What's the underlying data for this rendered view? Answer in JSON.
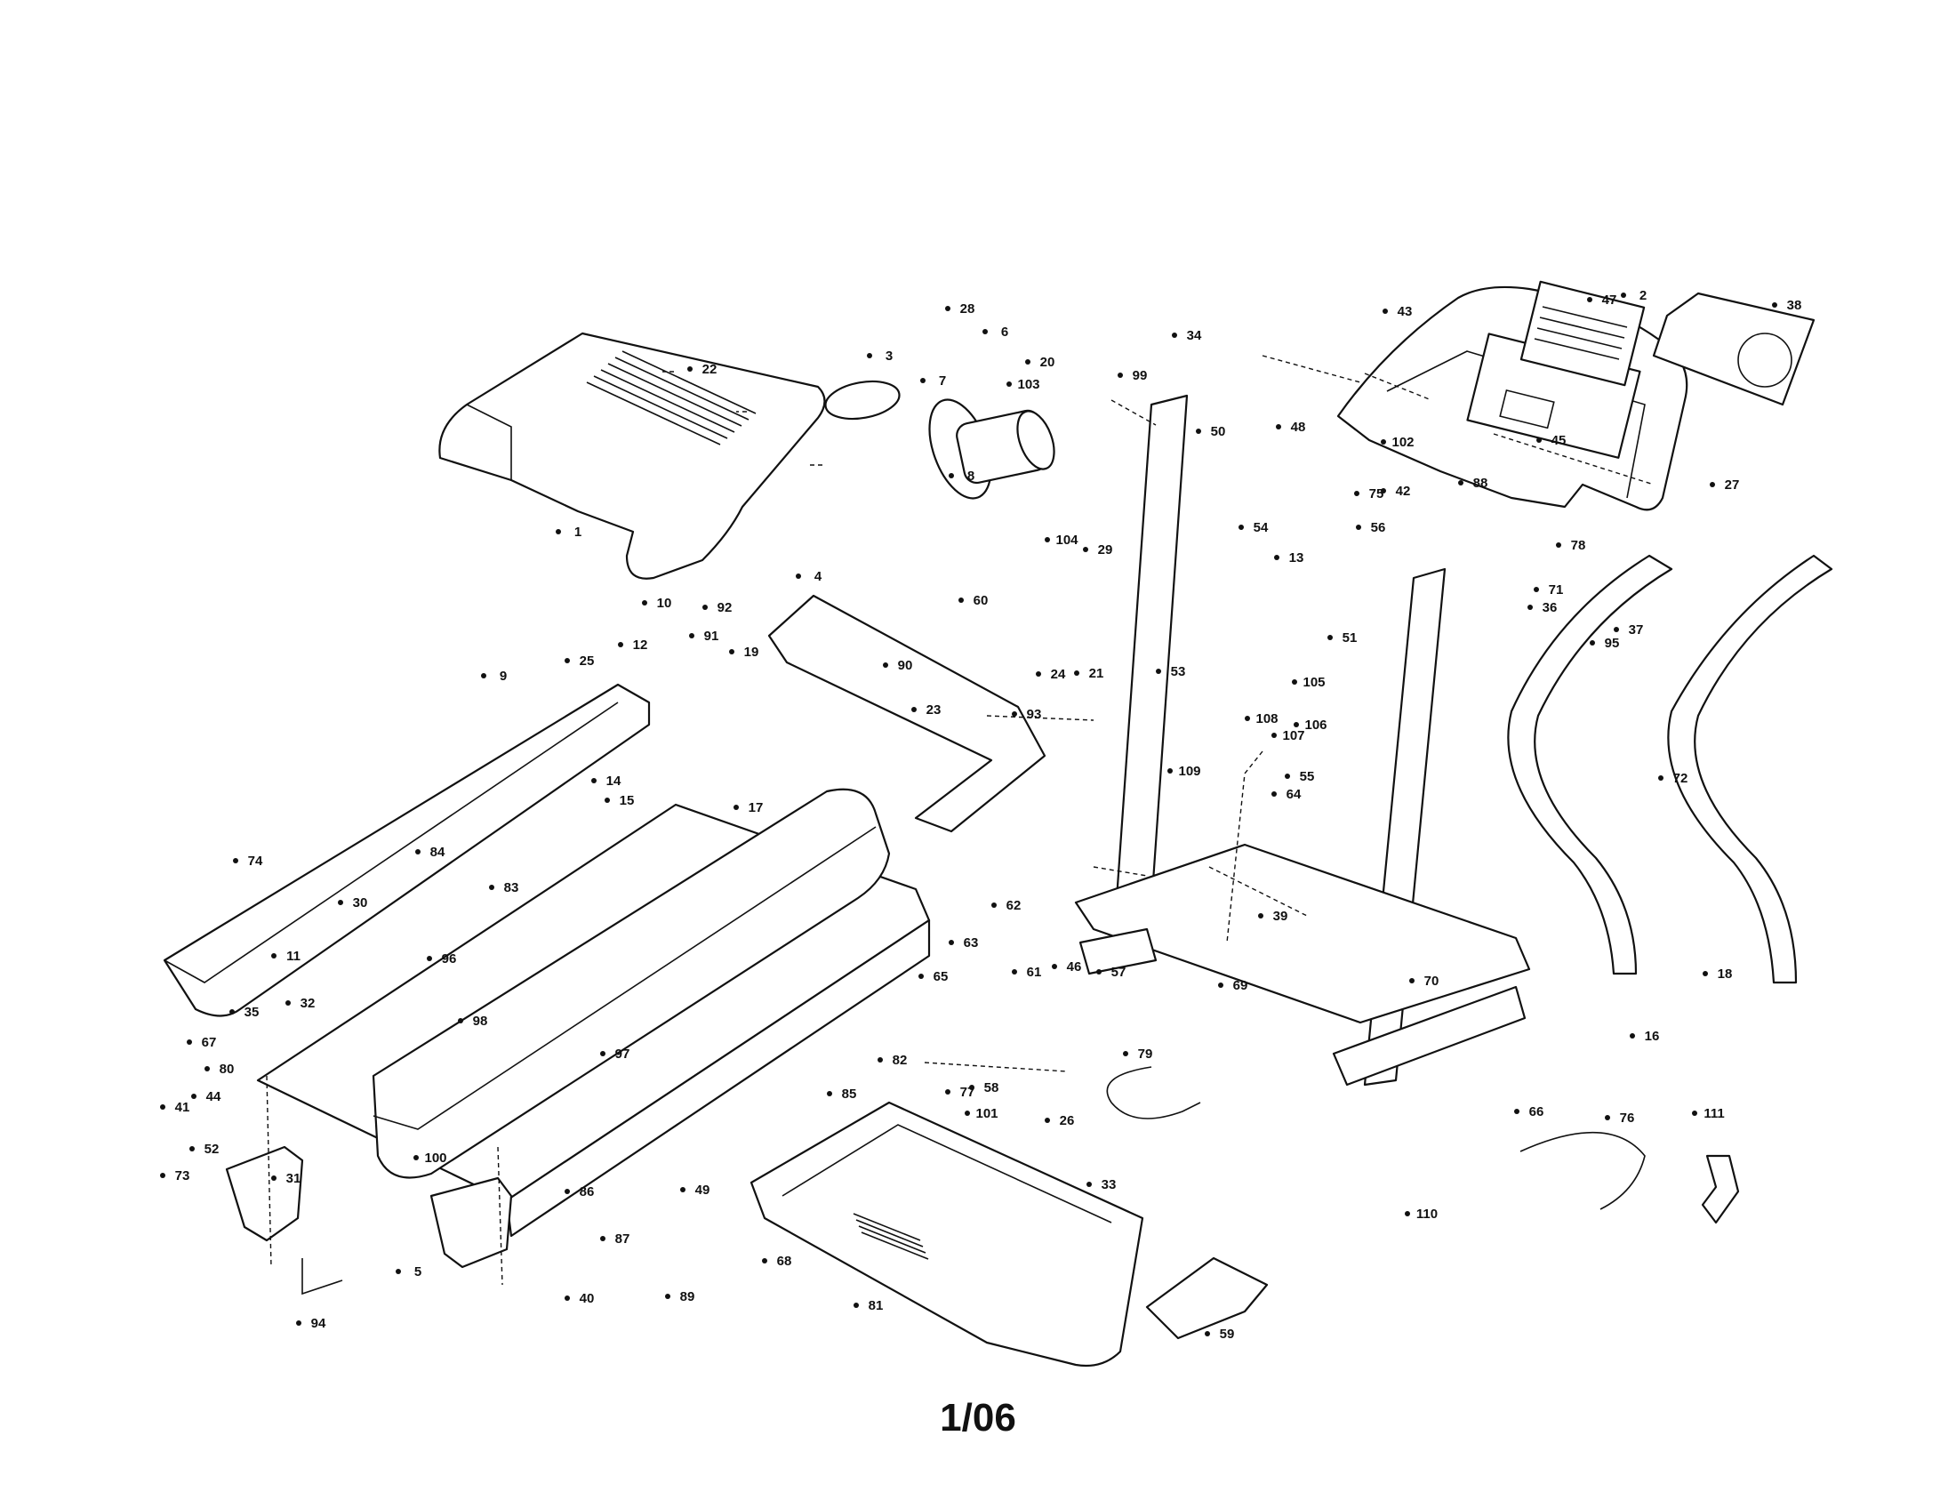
{
  "page_label": "1/06",
  "labels": [
    {
      "id": "1",
      "text": "1"
    },
    {
      "id": "2",
      "text": "2"
    },
    {
      "id": "3",
      "text": "3"
    },
    {
      "id": "4",
      "text": "4"
    },
    {
      "id": "5",
      "text": "5"
    },
    {
      "id": "6",
      "text": "6"
    },
    {
      "id": "7",
      "text": "7"
    },
    {
      "id": "8",
      "text": "8"
    },
    {
      "id": "9",
      "text": "9"
    },
    {
      "id": "10",
      "text": "10"
    },
    {
      "id": "11",
      "text": "11"
    },
    {
      "id": "12",
      "text": "12"
    },
    {
      "id": "13",
      "text": "13"
    },
    {
      "id": "14",
      "text": "14"
    },
    {
      "id": "15",
      "text": "15"
    },
    {
      "id": "16",
      "text": "16"
    },
    {
      "id": "17",
      "text": "17"
    },
    {
      "id": "18",
      "text": "18"
    },
    {
      "id": "19",
      "text": "19"
    },
    {
      "id": "20",
      "text": "20"
    },
    {
      "id": "21",
      "text": "21"
    },
    {
      "id": "22",
      "text": "22"
    },
    {
      "id": "23",
      "text": "23"
    },
    {
      "id": "24",
      "text": "24"
    },
    {
      "id": "25",
      "text": "25"
    },
    {
      "id": "26",
      "text": "26"
    },
    {
      "id": "27",
      "text": "27"
    },
    {
      "id": "28",
      "text": "28"
    },
    {
      "id": "29",
      "text": "29"
    },
    {
      "id": "30",
      "text": "30"
    },
    {
      "id": "31",
      "text": "31"
    },
    {
      "id": "32",
      "text": "32"
    },
    {
      "id": "33",
      "text": "33"
    },
    {
      "id": "34",
      "text": "34"
    },
    {
      "id": "35",
      "text": "35"
    },
    {
      "id": "36",
      "text": "36"
    },
    {
      "id": "37",
      "text": "37"
    },
    {
      "id": "38",
      "text": "38"
    },
    {
      "id": "39",
      "text": "39"
    },
    {
      "id": "40",
      "text": "40"
    },
    {
      "id": "41",
      "text": "41"
    },
    {
      "id": "42",
      "text": "42"
    },
    {
      "id": "43",
      "text": "43"
    },
    {
      "id": "44",
      "text": "44"
    },
    {
      "id": "45",
      "text": "45"
    },
    {
      "id": "46",
      "text": "46"
    },
    {
      "id": "47",
      "text": "47"
    },
    {
      "id": "48",
      "text": "48"
    },
    {
      "id": "49",
      "text": "49"
    },
    {
      "id": "50",
      "text": "50"
    },
    {
      "id": "51",
      "text": "51"
    },
    {
      "id": "52",
      "text": "52"
    },
    {
      "id": "53",
      "text": "53"
    },
    {
      "id": "54",
      "text": "54"
    },
    {
      "id": "55",
      "text": "55"
    },
    {
      "id": "56",
      "text": "56"
    },
    {
      "id": "57",
      "text": "57"
    },
    {
      "id": "58",
      "text": "58"
    },
    {
      "id": "59",
      "text": "59"
    },
    {
      "id": "60",
      "text": "60"
    },
    {
      "id": "61",
      "text": "61"
    },
    {
      "id": "62",
      "text": "62"
    },
    {
      "id": "63",
      "text": "63"
    },
    {
      "id": "64",
      "text": "64"
    },
    {
      "id": "65",
      "text": "65"
    },
    {
      "id": "66",
      "text": "66"
    },
    {
      "id": "67",
      "text": "67"
    },
    {
      "id": "68",
      "text": "68"
    },
    {
      "id": "69",
      "text": "69"
    },
    {
      "id": "70",
      "text": "70"
    },
    {
      "id": "71",
      "text": "71"
    },
    {
      "id": "72",
      "text": "72"
    },
    {
      "id": "73",
      "text": "73"
    },
    {
      "id": "74",
      "text": "74"
    },
    {
      "id": "75",
      "text": "75"
    },
    {
      "id": "76",
      "text": "76"
    },
    {
      "id": "77",
      "text": "77"
    },
    {
      "id": "78",
      "text": "78"
    },
    {
      "id": "79",
      "text": "79"
    },
    {
      "id": "80",
      "text": "80"
    },
    {
      "id": "81",
      "text": "81"
    },
    {
      "id": "82",
      "text": "82"
    },
    {
      "id": "83",
      "text": "83"
    },
    {
      "id": "84",
      "text": "84"
    },
    {
      "id": "85",
      "text": "85"
    },
    {
      "id": "86",
      "text": "86"
    },
    {
      "id": "87",
      "text": "87"
    },
    {
      "id": "88",
      "text": "88"
    },
    {
      "id": "89",
      "text": "89"
    },
    {
      "id": "90",
      "text": "90"
    },
    {
      "id": "91",
      "text": "91"
    },
    {
      "id": "92",
      "text": "92"
    },
    {
      "id": "93",
      "text": "93"
    },
    {
      "id": "94",
      "text": "94"
    },
    {
      "id": "95",
      "text": "95"
    },
    {
      "id": "96",
      "text": "96"
    },
    {
      "id": "97",
      "text": "97"
    },
    {
      "id": "98",
      "text": "98"
    },
    {
      "id": "99",
      "text": "99"
    },
    {
      "id": "100",
      "text": "100"
    },
    {
      "id": "101",
      "text": "101"
    },
    {
      "id": "102",
      "text": "102"
    },
    {
      "id": "103",
      "text": "103"
    },
    {
      "id": "104",
      "text": "104"
    },
    {
      "id": "105",
      "text": "105"
    },
    {
      "id": "106",
      "text": "106"
    },
    {
      "id": "107",
      "text": "107"
    },
    {
      "id": "108",
      "text": "108"
    },
    {
      "id": "109",
      "text": "109"
    },
    {
      "id": "110",
      "text": "110"
    },
    {
      "id": "111",
      "text": "111"
    }
  ]
}
